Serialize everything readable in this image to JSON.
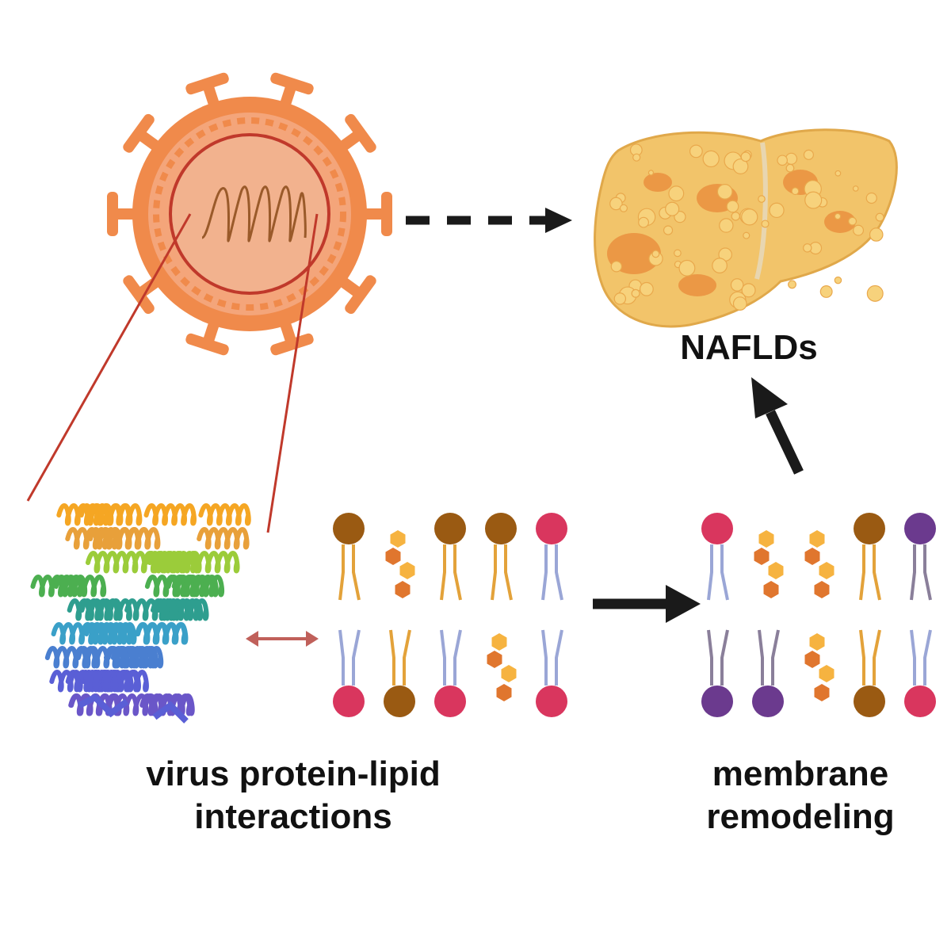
{
  "labels": {
    "nafld": "NAFLDs",
    "virus_line1": "virus protein-lipid",
    "virus_line2": "interactions",
    "membrane_line1": "membrane",
    "membrane_line2": "remodeling"
  },
  "colors": {
    "virus_orange": "#f08a4b",
    "virus_dark": "#d97a3a",
    "virus_core": "#f2b28e",
    "zoom_line": "#c0392b",
    "liver_yellow": "#f2c46a",
    "liver_spot": "#e8893a",
    "arrow_black": "#1a1a1a",
    "double_arrow": "#c0605a",
    "head_brown": "#9a5a12",
    "head_pink": "#d9365e",
    "head_purple": "#6b3a8e",
    "tail_orange": "#e3a23a",
    "tail_blue": "#9aa6d6",
    "tail_mauve": "#8a7f9a",
    "hex_light": "#f6b340",
    "hex_dark": "#e0762e"
  },
  "membrane_before": {
    "top": [
      "brown",
      "chol",
      "brown",
      "brown",
      "pink"
    ],
    "bottom": [
      "pink",
      "brown",
      "pink",
      "chol",
      "pink"
    ]
  },
  "membrane_after": {
    "top": [
      "pink",
      "chol",
      "chol",
      "brown",
      "purple"
    ],
    "bottom": [
      "purple",
      "purple",
      "chol",
      "brown",
      "pink"
    ]
  },
  "icons": {
    "virus": "virus-particle-icon",
    "liver": "fatty-liver-icon",
    "protein": "protein-structure-icon"
  }
}
